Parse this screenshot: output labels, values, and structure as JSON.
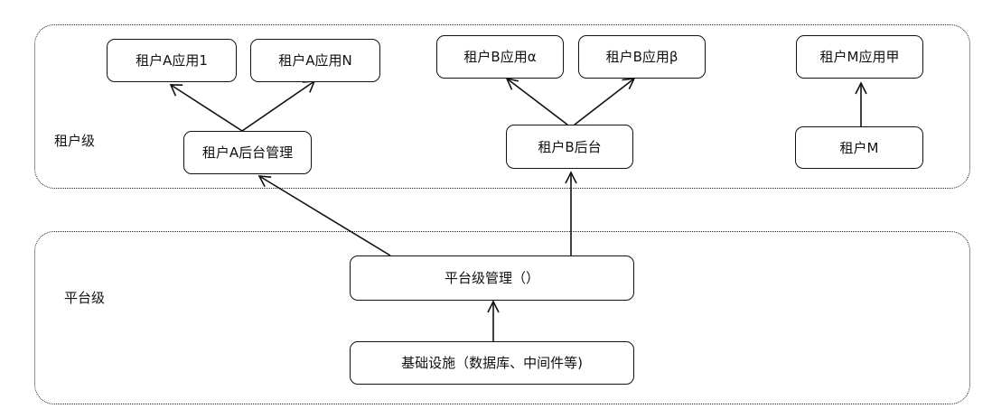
{
  "regions": {
    "tenant": {
      "label": "租户级"
    },
    "platform": {
      "label": "平台级"
    }
  },
  "nodes": {
    "tenant_a_app_1": "租户A应用1",
    "tenant_a_app_n": "租户A应用N",
    "tenant_b_app_alpha": "租户B应用α",
    "tenant_b_app_beta": "租户B应用β",
    "tenant_m_app_jia": "租户M应用甲",
    "tenant_a_backend": "租户A后台管理",
    "tenant_b_backend": "租户B后台",
    "tenant_m": "租户M",
    "platform_mgmt": "平台级管理（）",
    "infrastructure": "基础设施（数据库、中间件等)"
  },
  "edges": [
    {
      "from": "tenant_a_backend",
      "to": "tenant_a_app_1"
    },
    {
      "from": "tenant_a_backend",
      "to": "tenant_a_app_n"
    },
    {
      "from": "tenant_b_backend",
      "to": "tenant_b_app_alpha"
    },
    {
      "from": "tenant_b_backend",
      "to": "tenant_b_app_beta"
    },
    {
      "from": "tenant_m",
      "to": "tenant_m_app_jia"
    },
    {
      "from": "platform_mgmt",
      "to": "tenant_a_backend"
    },
    {
      "from": "platform_mgmt",
      "to": "tenant_b_backend"
    },
    {
      "from": "infrastructure",
      "to": "platform_mgmt"
    }
  ]
}
